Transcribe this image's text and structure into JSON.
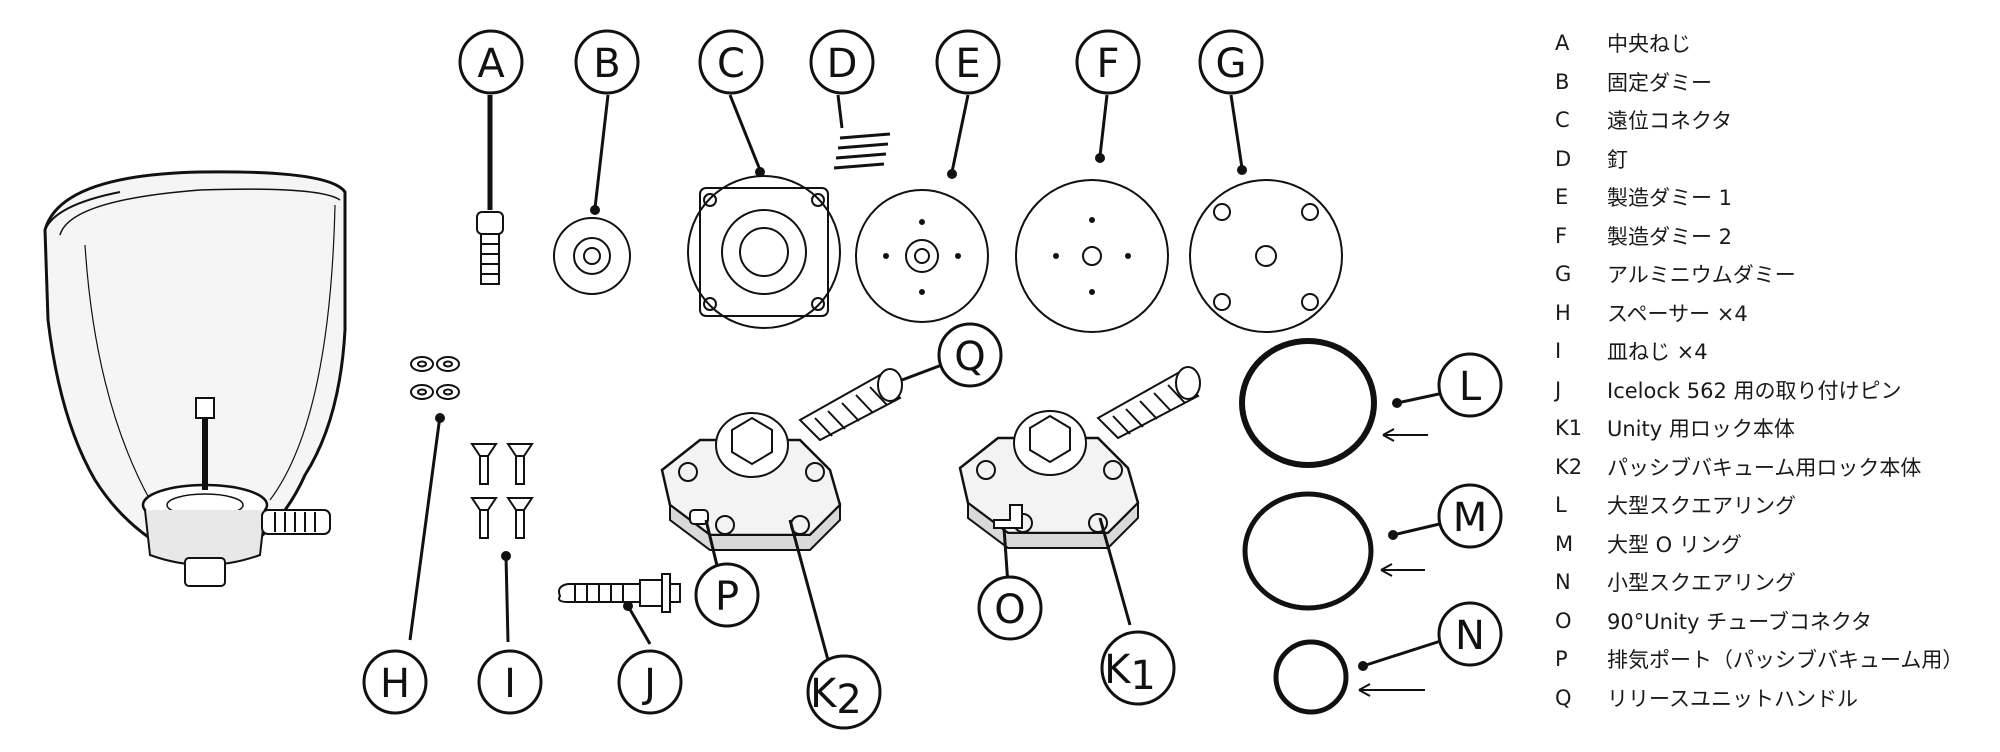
{
  "callouts": {
    "A": "A",
    "B": "B",
    "C": "C",
    "D": "D",
    "E": "E",
    "F": "F",
    "G": "G",
    "H": "H",
    "I": "I",
    "J": "J",
    "K": "K",
    "K1_sub": "1",
    "K2_sub": "2",
    "L": "L",
    "M": "M",
    "N": "N",
    "O": "O",
    "P": "P",
    "Q": "Q"
  },
  "legend": [
    {
      "key": "A",
      "text": "中央ねじ"
    },
    {
      "key": "B",
      "text": "固定ダミー"
    },
    {
      "key": "C",
      "text": "遠位コネクタ"
    },
    {
      "key": "D",
      "text": "釘"
    },
    {
      "key": "E",
      "text": "製造ダミー 1"
    },
    {
      "key": "F",
      "text": "製造ダミー 2"
    },
    {
      "key": "G",
      "text": "アルミニウムダミー"
    },
    {
      "key": "H",
      "text": "スペーサー ×4"
    },
    {
      "key": "I",
      "text": "皿ねじ ×4"
    },
    {
      "key": "J",
      "text": "Icelock 562 用の取り付けピン"
    },
    {
      "key": "K1",
      "text": "Unity 用ロック本体"
    },
    {
      "key": "K2",
      "text": "パッシブバキューム用ロック本体"
    },
    {
      "key": "L",
      "text": "大型スクエアリング"
    },
    {
      "key": "M",
      "text": "大型 O リング"
    },
    {
      "key": "N",
      "text": "小型スクエアリング"
    },
    {
      "key": "O",
      "text": "90°Unity チューブコネクタ"
    },
    {
      "key": "P",
      "text": "排気ポート（パッシブバキューム用）"
    },
    {
      "key": "Q",
      "text": "リリースユニットハンドル"
    }
  ],
  "colors": {
    "ink": "#111111",
    "shade": "#d9d9d9",
    "socket_fill": "#f5f5f5"
  }
}
